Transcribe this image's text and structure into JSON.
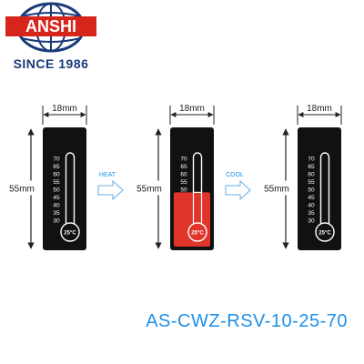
{
  "brand": {
    "name": "ANSHI",
    "since": "SINCE 1986",
    "colors": {
      "blue": "#1a3a7a",
      "red": "#d6261c"
    }
  },
  "dimensions": {
    "width": "18mm",
    "height": "55mm"
  },
  "scale": [
    "70",
    "65",
    "60",
    "55",
    "50",
    "45",
    "40",
    "35",
    "30"
  ],
  "bulb_label": "25°C",
  "transitions": [
    "HEAT",
    "COOL"
  ],
  "strips": [
    {
      "state": "before",
      "fill_level_c": 25
    },
    {
      "state": "heated",
      "fill_level_c": 48
    },
    {
      "state": "cooled",
      "fill_level_c": 25
    }
  ],
  "product_code": "AS-CWZ-RSV-10-25-70",
  "accent_color": "#1e90e8",
  "fill_color": "#e0352a"
}
